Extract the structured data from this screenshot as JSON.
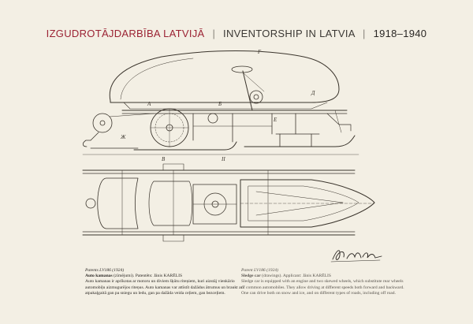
{
  "header": {
    "title_lv": "IZGUDROTĀJDARBĪBA LATVIJĀ",
    "separator": "|",
    "title_en": "INVENTORSHIP IN LATVIA",
    "years": "1918–1940"
  },
  "drawing": {
    "marks": [
      "Г",
      "Б",
      "А",
      "В",
      "Д",
      "Е",
      "Ж",
      "II"
    ]
  },
  "caption_lv": {
    "patent": "Patents LV186 (1924)",
    "title": "Auto kamanas",
    "subtitle": " (zīmējumi). Patentēts: Jānis KARĒLIS",
    "text": "Auto kamanas ir aprīkotas ar motoru un diviem šķūtu riteņiem, kuri aizstāj vienkārio automobiļu aizmugurējos riteņus. Auto kamanas var attīstīt dažādus ātrumus un braukt arī atpakaļgaitā gan pa sniegu un ledu, gan pa dažāda veida ceļiem, gan bezceļiem."
  },
  "caption_en": {
    "patent": "Patent LV186 (1924)",
    "title": "Sledge car",
    "subtitle": " (drawings). Applicant: Jānis KARĒLIS",
    "text": "Sledge car is equipped with an engine and two skewed wheels, which substitute rear wheels of common automobiles. They allow driving at different speeds both forward and backward. One can drive both on snow and ice, and on different types of roads, including off road."
  },
  "signature": "J. Karēlis"
}
